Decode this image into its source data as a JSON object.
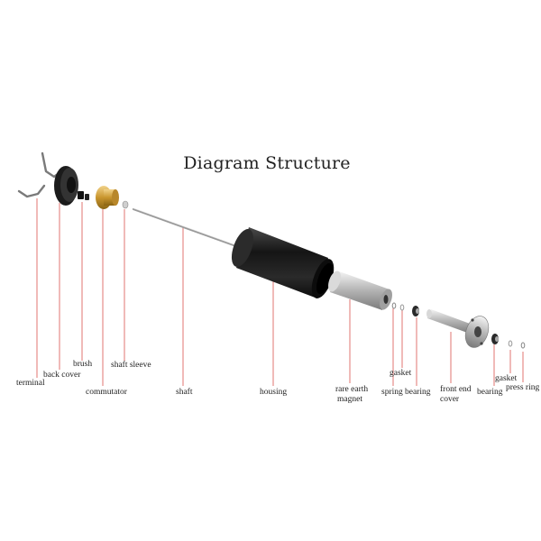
{
  "title": "Diagram Structure",
  "labels": {
    "terminal": "terminal",
    "back_cover": "back cover",
    "brush": "brush",
    "commutator": "commutator",
    "shaft_sleeve": "shaft sleeve",
    "shaft": "shaft",
    "housing": "housing",
    "rare_earth_magnet_1": "rare earth",
    "rare_earth_magnet_2": "magnet",
    "gasket_1": "gasket",
    "spring": "spring",
    "bearing_1": "bearing",
    "front_end_cover_1": "front end",
    "front_end_cover_2": "cover",
    "bearing_2": "bearing",
    "gasket_2": "gasket",
    "press_ring": "press ring"
  },
  "colors": {
    "leader_line": "#d9534f",
    "housing": "#1a1a1a",
    "metal": "#c8c8c8",
    "brass": "#c9962e"
  }
}
